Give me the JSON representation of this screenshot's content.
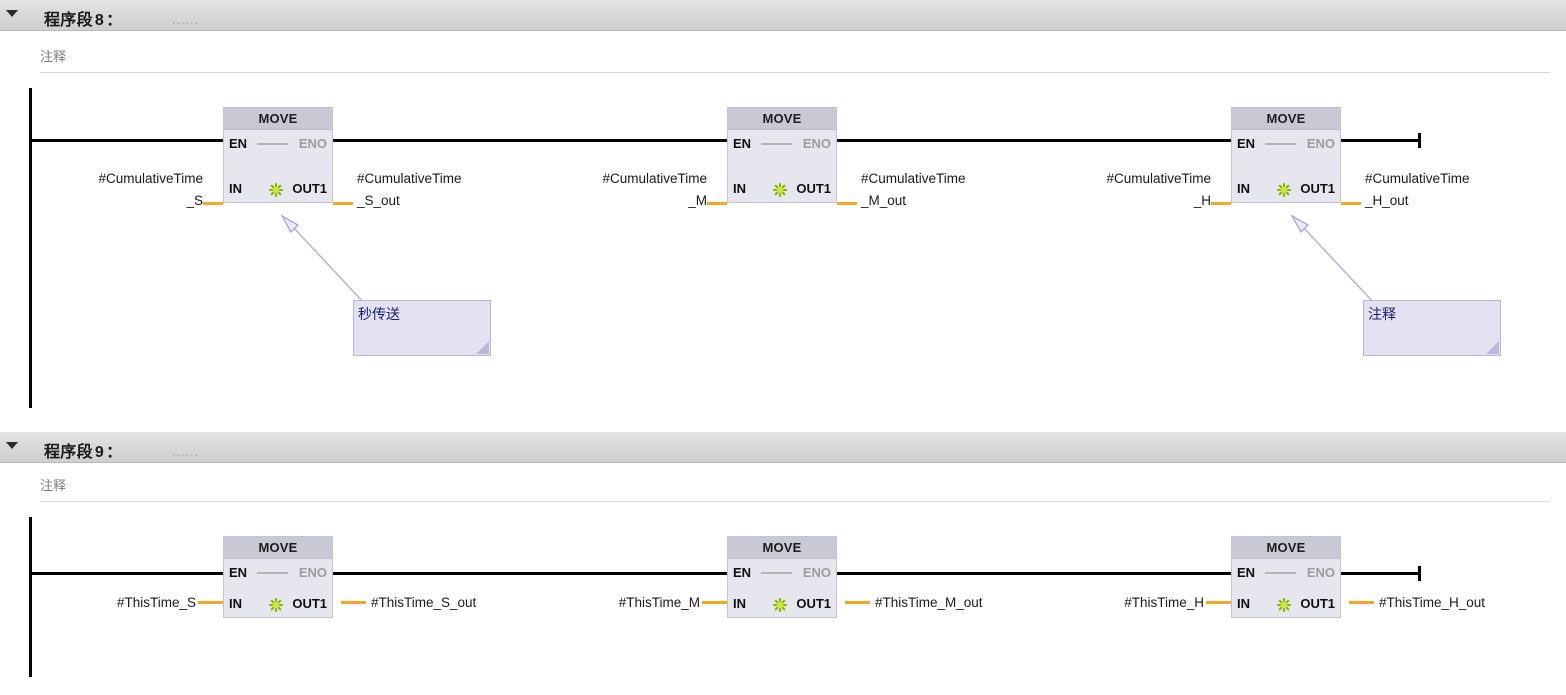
{
  "editor": {
    "language": "LAD",
    "background_color": "#ffffff",
    "rail_color": "#000000",
    "wire_color": "#f5a623",
    "box_header_color": "#c9c9d6",
    "box_body_color": "#e6e6ee",
    "callout_fill_color": "#e2e2f2",
    "callout_border_color": "#b6b6d8",
    "callout_text_color": "#1b1b6b"
  },
  "networks": [
    {
      "collapse_icon": "triangle-down-icon",
      "title_prefix": "程序段",
      "number": "8",
      "colon": "：",
      "title_placeholder": "......",
      "comment": "注释",
      "blocks": [
        {
          "name": "MOVE",
          "en": "EN",
          "eno": "ENO",
          "in": "IN",
          "out": "OUT1",
          "out_icon": "green-asterisk-icon",
          "input_operand_line1": "#CumulativeTime",
          "input_operand_line2": "_S",
          "output_operand_line1": "#CumulativeTime",
          "output_operand_line2": "_S_out"
        },
        {
          "name": "MOVE",
          "en": "EN",
          "eno": "ENO",
          "in": "IN",
          "out": "OUT1",
          "out_icon": "green-asterisk-icon",
          "input_operand_line1": "#CumulativeTime",
          "input_operand_line2": "_M",
          "output_operand_line1": "#CumulativeTime",
          "output_operand_line2": "_M_out"
        },
        {
          "name": "MOVE",
          "en": "EN",
          "eno": "ENO",
          "in": "IN",
          "out": "OUT1",
          "out_icon": "green-asterisk-icon",
          "input_operand_line1": "#CumulativeTime",
          "input_operand_line2": "_H",
          "output_operand_line1": "#CumulativeTime",
          "output_operand_line2": "_H_out"
        }
      ],
      "callouts": [
        {
          "text": "秒传送"
        },
        {
          "text": "注释"
        }
      ]
    },
    {
      "collapse_icon": "triangle-down-icon",
      "title_prefix": "程序段",
      "number": "9",
      "colon": "：",
      "title_placeholder": "......",
      "comment": "注释",
      "blocks": [
        {
          "name": "MOVE",
          "en": "EN",
          "eno": "ENO",
          "in": "IN",
          "out": "OUT1",
          "out_icon": "green-asterisk-icon",
          "input_operand_line1": "#ThisTime_S",
          "input_operand_line2": "",
          "output_operand_line1": "#ThisTime_S_out",
          "output_operand_line2": ""
        },
        {
          "name": "MOVE",
          "en": "EN",
          "eno": "ENO",
          "in": "IN",
          "out": "OUT1",
          "out_icon": "green-asterisk-icon",
          "input_operand_line1": "#ThisTime_M",
          "input_operand_line2": "",
          "output_operand_line1": "#ThisTime_M_out",
          "output_operand_line2": ""
        },
        {
          "name": "MOVE",
          "en": "EN",
          "eno": "ENO",
          "in": "IN",
          "out": "OUT1",
          "out_icon": "green-asterisk-icon",
          "input_operand_line1": "#ThisTime_H",
          "input_operand_line2": "",
          "output_operand_line1": "#ThisTime_H_out",
          "output_operand_line2": ""
        }
      ],
      "callouts": []
    }
  ]
}
